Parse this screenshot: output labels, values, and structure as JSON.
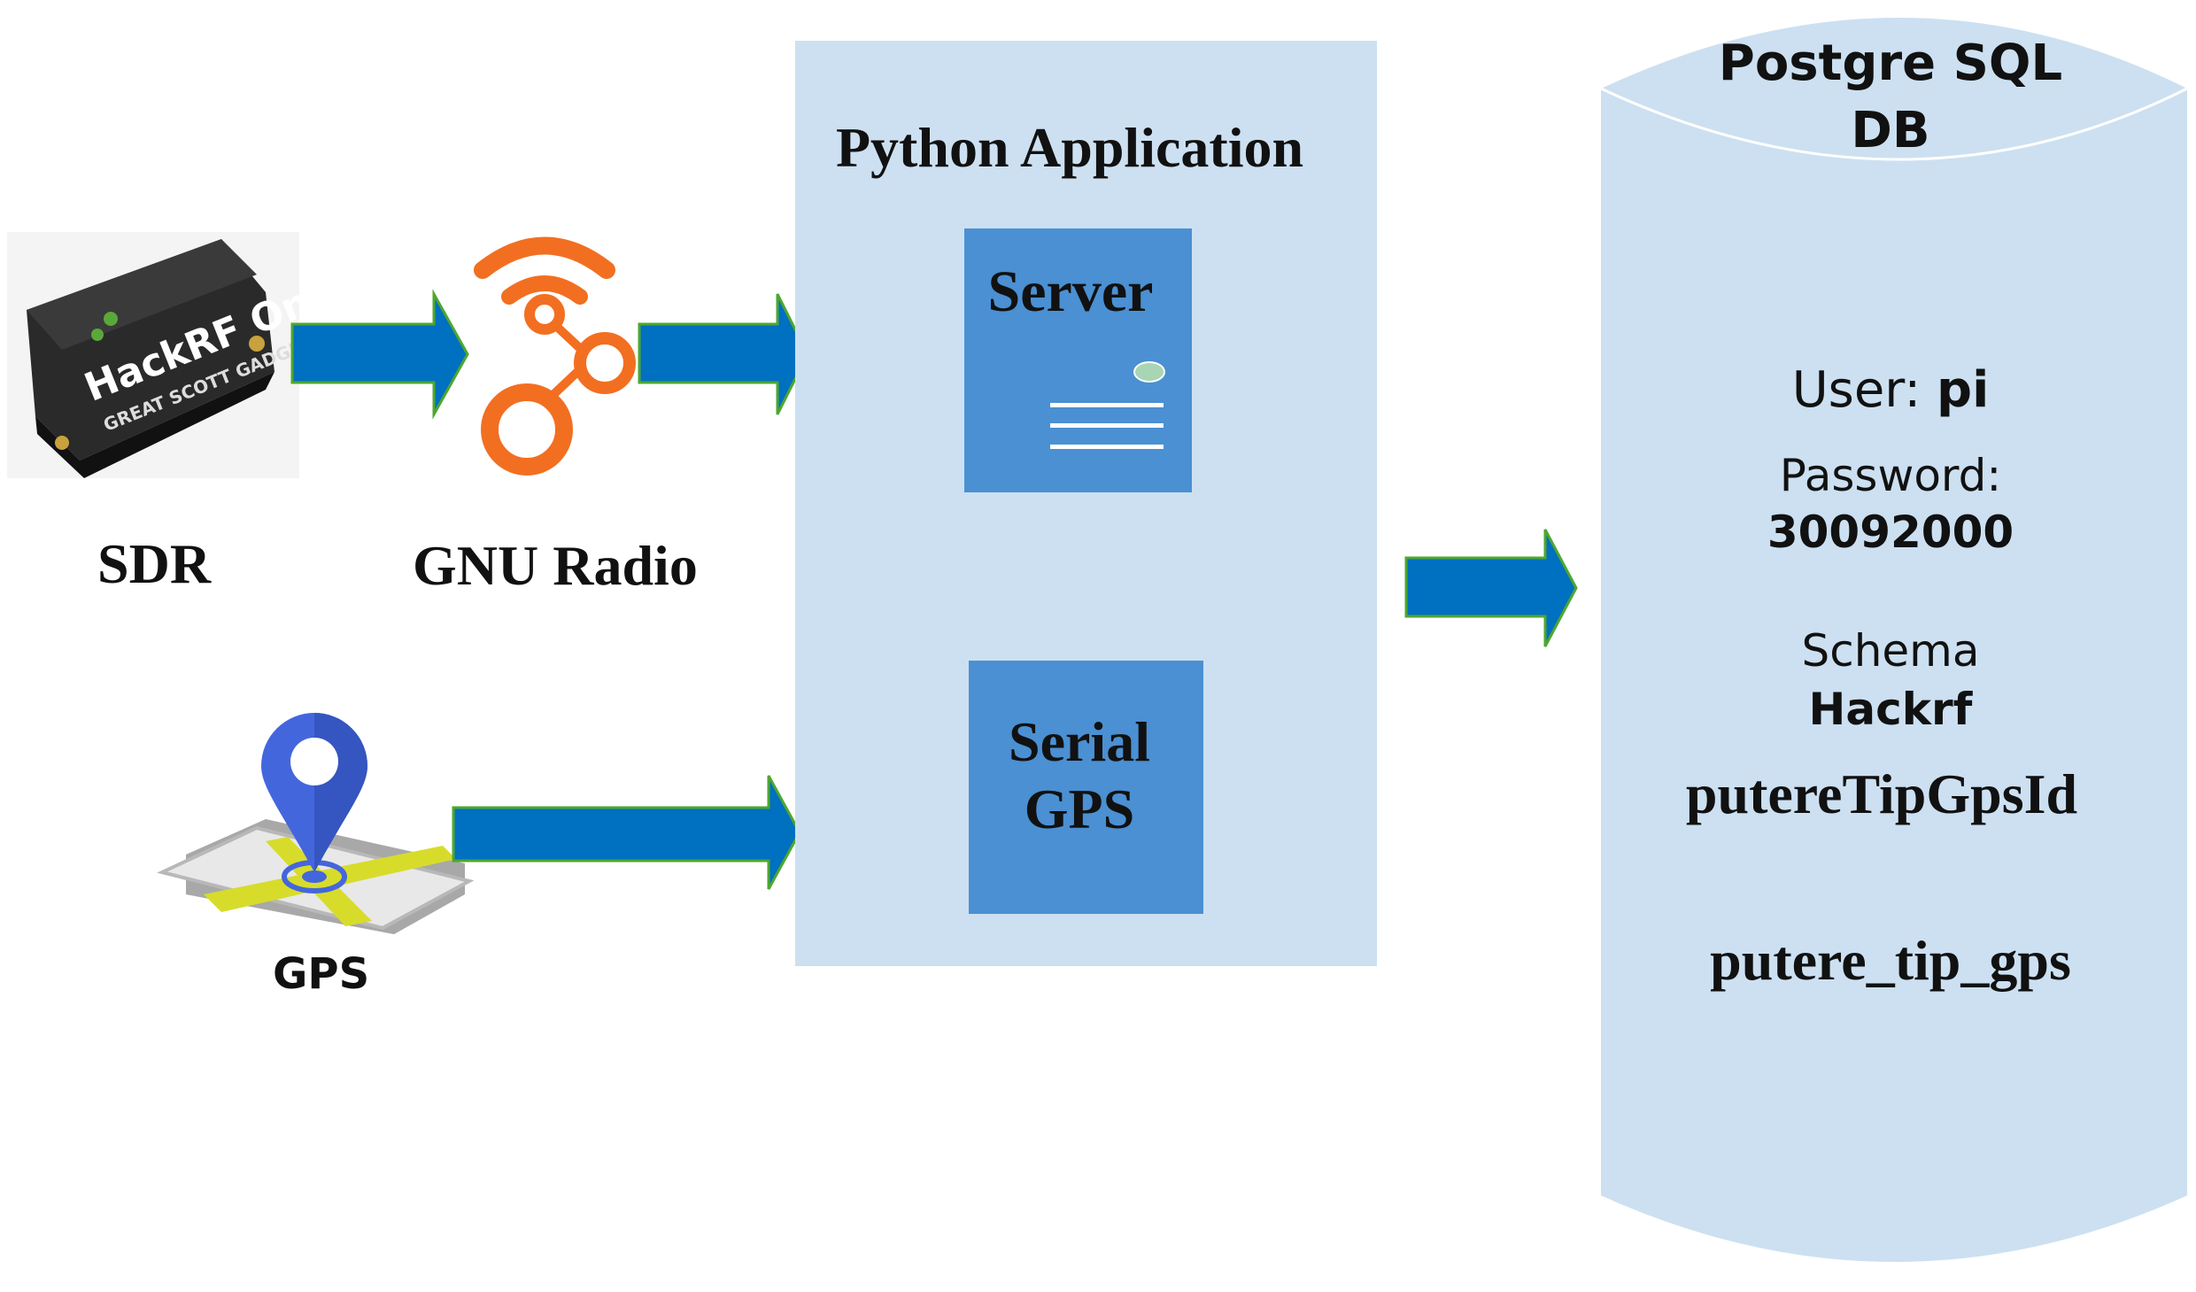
{
  "nodes": {
    "sdr": {
      "label": "SDR",
      "device_text": "HackRF One",
      "device_subtext": "GREAT SCOTT GADGETS"
    },
    "gnu_radio": {
      "label": "GNU Radio"
    },
    "gps": {
      "label": "GPS"
    },
    "python_app": {
      "title": "Python Application",
      "server": {
        "label": "Server"
      },
      "serial_gps": {
        "line1": "Serial",
        "line2": "GPS"
      }
    },
    "database": {
      "title_line1": "Postgre SQL",
      "title_line2": "DB",
      "user_label": "User: ",
      "user_value": "pi",
      "password_label": "Password:",
      "password_value": "30092000",
      "schema_label": "Schema",
      "schema_value": "Hackrf",
      "table_1": "putereTipGpsId",
      "table_2": "putere_tip_gps"
    }
  },
  "colors": {
    "panel": "#cce0f1",
    "box": "#4a90d2",
    "arrow_fill": "#0070c0",
    "arrow_stroke": "#4ea72e",
    "gnu_orange": "#f26f21",
    "pin_blue": "#4466dd",
    "map_yellow": "#d7dc2b",
    "db_fill": "#cce0f1"
  },
  "icons": [
    "hackrf-device-icon",
    "gnu-radio-icon",
    "gps-map-pin-icon",
    "server-icon"
  ]
}
